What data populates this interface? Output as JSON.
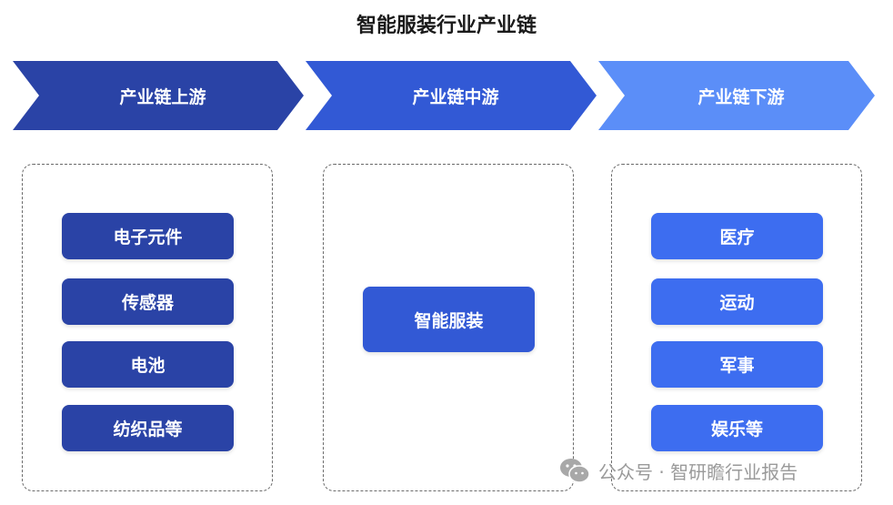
{
  "title": "智能服装行业产业链",
  "stages": [
    {
      "label": "产业链上游",
      "items": [
        "电子元件",
        "传感器",
        "电池",
        "纺织品等"
      ]
    },
    {
      "label": "产业链中游",
      "items": [
        "智能服装"
      ]
    },
    {
      "label": "产业链下游",
      "items": [
        "医疗",
        "运动",
        "军事",
        "娱乐等"
      ]
    }
  ],
  "colors": {
    "upstream": "#2a43a6",
    "midstream": "#3259d5",
    "downstream_arrow": "#5b8ef8",
    "downstream_item": "#3d6df0"
  },
  "watermark": {
    "text": "公众号 · 智研瞻行业报告",
    "icon": "wechat-icon"
  }
}
